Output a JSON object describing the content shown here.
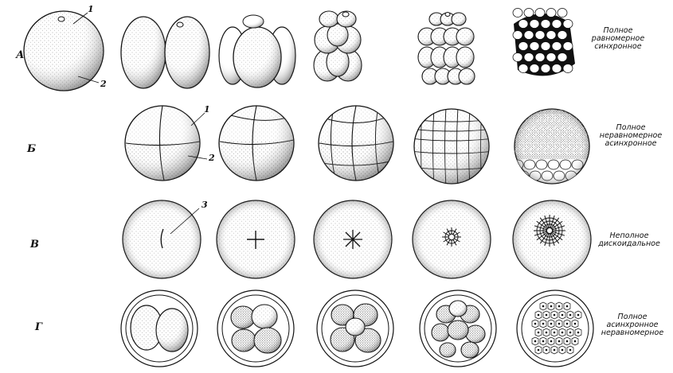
{
  "rows": [
    {
      "letter": "А",
      "label": [
        "Полное",
        "равномерное",
        "синхронное"
      ]
    },
    {
      "letter": "Б",
      "label": [
        "Полное",
        "неравномерное",
        "асинхронное"
      ]
    },
    {
      "letter": "В",
      "label": [
        "Неполное",
        "дискоидальное"
      ]
    },
    {
      "letter": "Г",
      "label": [
        "Полное",
        "асинхронное",
        "неравномерное"
      ]
    }
  ],
  "callouts": [
    "1",
    "2",
    "1",
    "2",
    "3"
  ]
}
